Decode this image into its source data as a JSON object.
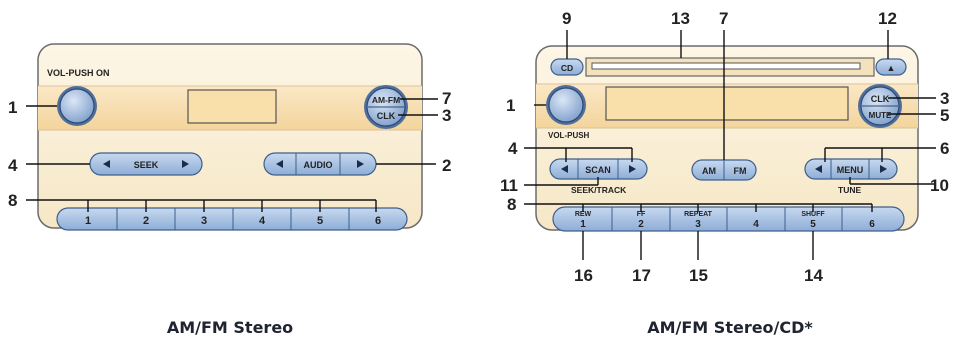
{
  "colors": {
    "faceplate_fill": "#faf1dc",
    "faceplate_stroke": "#666666",
    "band_fill": "#f7ddb0",
    "button_fill": "#a8c2e2",
    "button_stroke": "#3d5f8c",
    "callout_line": "#111111"
  },
  "left_radio": {
    "caption": "AM/FM Stereo",
    "vol_label": "VOL-PUSH ON",
    "seek_label": "SEEK",
    "audio_label": "AUDIO",
    "amfm_label": "AM-FM",
    "clk_label": "CLK",
    "presets": [
      "1",
      "2",
      "3",
      "4",
      "5",
      "6"
    ],
    "callouts": {
      "knob": "1",
      "audio": "2",
      "clk": "3",
      "seek": "4",
      "amfm": "7",
      "presets": "8"
    }
  },
  "right_radio": {
    "caption": "AM/FM Stereo/CD*",
    "cd_label": "CD",
    "eject_symbol": "▲",
    "vol_label": "VOL-PUSH",
    "scan_label": "SCAN",
    "seek_track_label": "SEEK/TRACK",
    "am_label": "AM",
    "fm_label": "FM",
    "menu_label": "MENU",
    "tune_label": "TUNE",
    "clk_label": "CLK",
    "mute_label": "MUTE",
    "presets": [
      {
        "top": "REW",
        "num": "1"
      },
      {
        "top": "FF",
        "num": "2"
      },
      {
        "top": "REPEAT",
        "num": "3"
      },
      {
        "top": "",
        "num": "4"
      },
      {
        "top": "SHUFF",
        "num": "5"
      },
      {
        "top": "",
        "num": "6"
      }
    ],
    "callouts": {
      "knob": "1",
      "clk": "3",
      "seek": "4",
      "mute": "5",
      "tune": "6",
      "amfm": "7",
      "presets": "8",
      "cd": "9",
      "menu": "10",
      "scan": "11",
      "eject": "12",
      "slot": "13",
      "shuff": "14",
      "repeat": "15",
      "rew": "16",
      "ff": "17"
    }
  }
}
